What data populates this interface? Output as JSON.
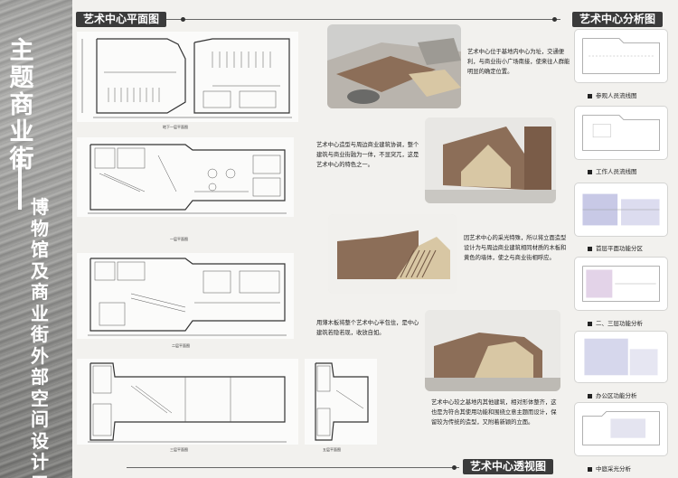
{
  "title": {
    "main": "主题商业街",
    "sub": "博物馆及商业街外部空间设计五"
  },
  "headers": {
    "plan": "艺术中心平面图",
    "analysis": "艺术中心分析图",
    "perspective": "艺术中心透视图"
  },
  "paragraphs": [
    "艺术中心位于基地内中心为址，交通便利，与商业街小广场南接，使来往人群能明显的确定位置。",
    "艺术中心造型与周边商业建筑协调，整个建筑与商业街融为一体，不显突兀，这是艺术中心的特色之一。",
    "因艺术中心的采光特殊，所以将立面造型设计为与周边商业建筑相同材质的木板和黄色的墙体，使之与商业街相呼应。",
    "用薄木板将整个艺术中心半包住，是中心建筑若隐若现，收放自如。",
    "艺术中心较之基地内其他建筑，相对形体整齐，这也是为符合其使用功能和围绕立意主题而设计，保留较为传统的造型，又附着新颖的立面。"
  ],
  "analysis_items": [
    "参观人员流线图",
    "工作人员流线图",
    "首层平面功能分区",
    "二、三层功能分析",
    "办公区功能分析",
    "中庭采光分析"
  ],
  "plan_captions": [
    "地下一层平面图",
    "一层平面图",
    "二层平面图",
    "三层平面图",
    "五层平面图"
  ],
  "colors": {
    "pill": "#3b3b3b",
    "band": "#8a8a88",
    "facade_wood": "#8c6e58",
    "facade_yellow": "#d8c7a4"
  }
}
